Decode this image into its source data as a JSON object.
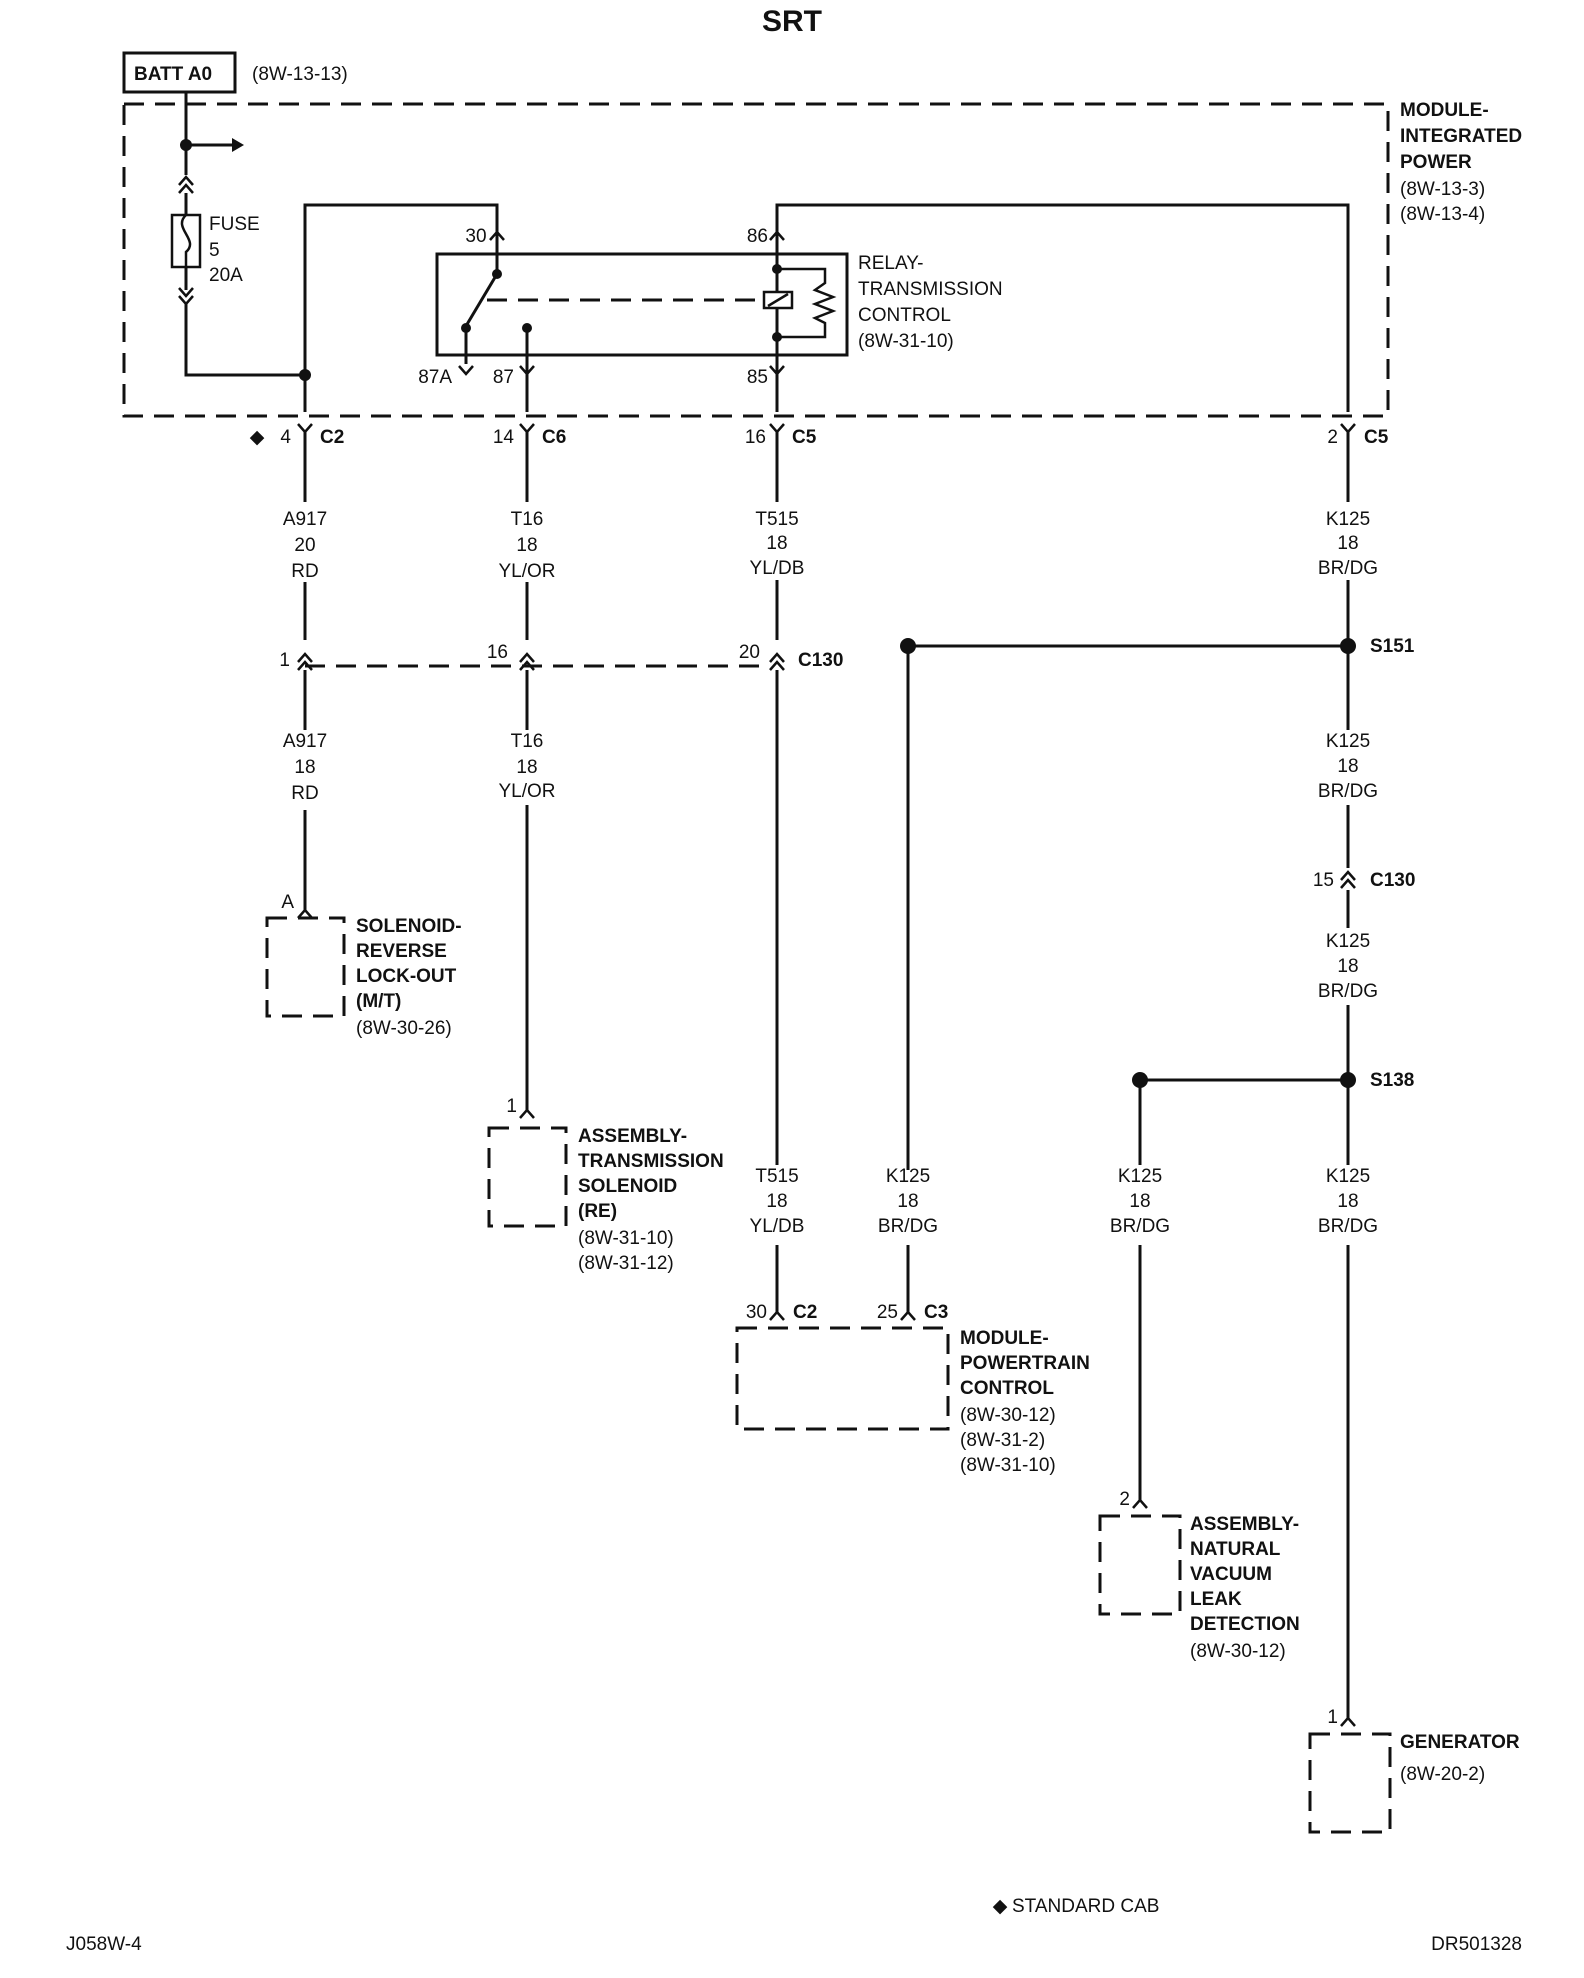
{
  "title": "SRT",
  "batt": {
    "label": "BATT A0",
    "ref": "(8W-13-13)"
  },
  "ipm": {
    "line1": "MODULE-",
    "line2": "INTEGRATED",
    "line3": "POWER",
    "ref1": "(8W-13-3)",
    "ref2": "(8W-13-4)"
  },
  "fuse": {
    "label": "FUSE",
    "number": "5",
    "rating": "20A"
  },
  "relay": {
    "line1": "RELAY-",
    "line2": "TRANSMISSION",
    "line3": "CONTROL",
    "ref": "(8W-31-10)",
    "pins": {
      "p30": "30",
      "p86": "86",
      "p87a": "87A",
      "p87": "87",
      "p85": "85"
    }
  },
  "ipm_pins": [
    {
      "pin": "4",
      "conn": "C2"
    },
    {
      "pin": "14",
      "conn": "C6"
    },
    {
      "pin": "16",
      "conn": "C5"
    },
    {
      "pin": "2",
      "conn": "C5"
    }
  ],
  "wires_upper": [
    {
      "circuit": "A917",
      "gauge": "20",
      "color": "RD"
    },
    {
      "circuit": "T16",
      "gauge": "18",
      "color": "YL/OR"
    },
    {
      "circuit": "T515",
      "gauge": "18",
      "color": "YL/DB"
    },
    {
      "circuit": "K125",
      "gauge": "18",
      "color": "BR/DG"
    }
  ],
  "c130": {
    "pin_a": "1",
    "pin_b": "16",
    "pin_c": "20",
    "name": "C130",
    "pin_d": "15"
  },
  "splices": {
    "s151": "S151",
    "s138": "S138"
  },
  "wires_lower": {
    "a917": {
      "circuit": "A917",
      "gauge": "18",
      "color": "RD"
    },
    "t16": {
      "circuit": "T16",
      "gauge": "18",
      "color": "YL/OR"
    },
    "k125_a": {
      "circuit": "K125",
      "gauge": "18",
      "color": "BR/DG"
    },
    "k125_b": {
      "circuit": "K125",
      "gauge": "18",
      "color": "BR/DG"
    },
    "t515": {
      "circuit": "T515",
      "gauge": "18",
      "color": "YL/DB"
    },
    "k125_pcm": {
      "circuit": "K125",
      "gauge": "18",
      "color": "BR/DG"
    },
    "k125_nvld": {
      "circuit": "K125",
      "gauge": "18",
      "color": "BR/DG"
    },
    "k125_gen": {
      "circuit": "K125",
      "gauge": "18",
      "color": "BR/DG"
    }
  },
  "solenoid_rlo": {
    "pin": "A",
    "line1": "SOLENOID-",
    "line2": "REVERSE",
    "line3": "LOCK-OUT",
    "line4": "(M/T)",
    "ref": "(8W-30-26)"
  },
  "trans_solenoid": {
    "pin": "1",
    "line1": "ASSEMBLY-",
    "line2": "TRANSMISSION",
    "line3": "SOLENOID",
    "line4": "(RE)",
    "ref1": "(8W-31-10)",
    "ref2": "(8W-31-12)"
  },
  "pcm": {
    "pin_a": "30",
    "conn_a": "C2",
    "pin_b": "25",
    "conn_b": "C3",
    "line1": "MODULE-",
    "line2": "POWERTRAIN",
    "line3": "CONTROL",
    "ref1": "(8W-30-12)",
    "ref2": "(8W-31-2)",
    "ref3": "(8W-31-10)"
  },
  "nvld": {
    "pin": "2",
    "line1": "ASSEMBLY-",
    "line2": "NATURAL",
    "line3": "VACUUM",
    "line4": "LEAK",
    "line5": "DETECTION",
    "ref": "(8W-30-12)"
  },
  "generator": {
    "pin": "1",
    "label": "GENERATOR",
    "ref": "(8W-20-2)"
  },
  "footer": {
    "legend_symbol": "◆",
    "legend": "STANDARD CAB",
    "left_code": "J058W-4",
    "right_code": "DR501328"
  }
}
